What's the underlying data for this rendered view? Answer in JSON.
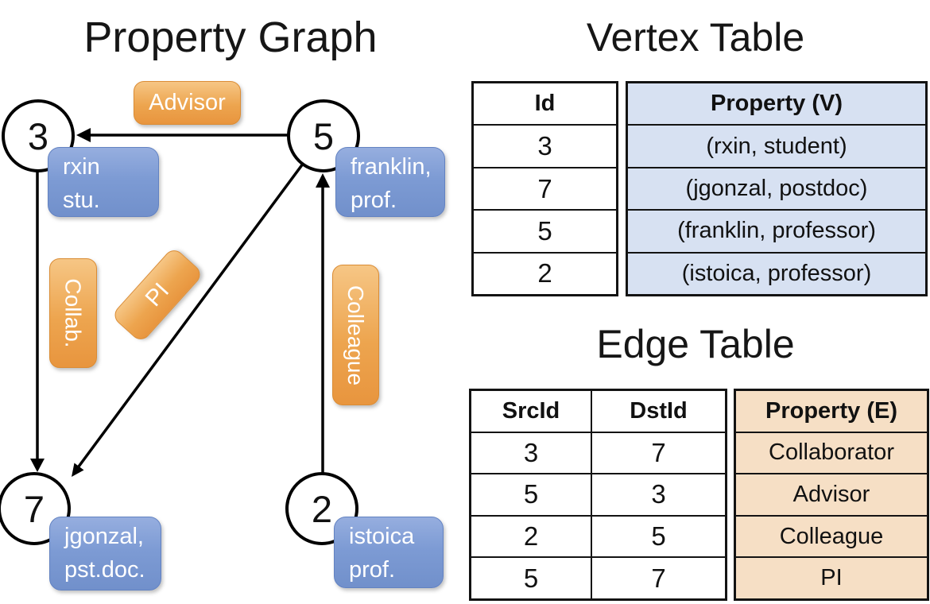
{
  "graph": {
    "title": "Property Graph",
    "nodes": [
      {
        "id": "3",
        "line1": "rxin",
        "line2": "stu."
      },
      {
        "id": "5",
        "line1": "franklin,",
        "line2": "prof."
      },
      {
        "id": "7",
        "line1": "jgonzal,",
        "line2": "pst.doc."
      },
      {
        "id": "2",
        "line1": "istoica",
        "line2": "prof."
      }
    ],
    "edge_labels": {
      "advisor": "Advisor",
      "collab": "Collab.",
      "pi": "PI",
      "colleague": "Colleague"
    }
  },
  "vertex_table": {
    "title": "Vertex Table",
    "columns": [
      "Id",
      "Property (V)"
    ],
    "rows": [
      [
        "3",
        "(rxin, student)"
      ],
      [
        "7",
        "(jgonzal, postdoc)"
      ],
      [
        "5",
        "(franklin, professor)"
      ],
      [
        "2",
        "(istoica, professor)"
      ]
    ]
  },
  "edge_table": {
    "title": "Edge Table",
    "columns": [
      "SrcId",
      "DstId",
      "Property (E)"
    ],
    "rows": [
      [
        "3",
        "7",
        "Collaborator"
      ],
      [
        "5",
        "3",
        "Advisor"
      ],
      [
        "2",
        "5",
        "Colleague"
      ],
      [
        "5",
        "7",
        "PI"
      ]
    ]
  },
  "colors": {
    "edge_label_orange": "#eda54f",
    "vertex_label_blue": "#7d9bd4",
    "vertex_cell_bg": "#d7e1f2",
    "edge_cell_bg": "#f6dfc5",
    "line_black": "#000000"
  }
}
